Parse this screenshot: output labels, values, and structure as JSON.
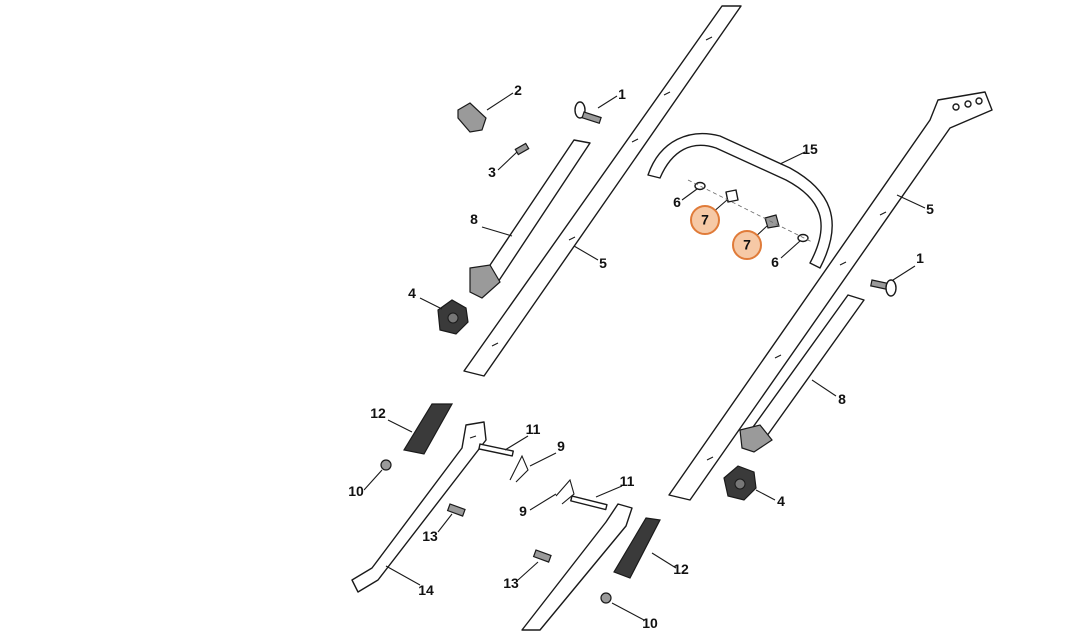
{
  "diagram": {
    "callouts": [
      {
        "id": "c1a",
        "label": "1"
      },
      {
        "id": "c2",
        "label": "2"
      },
      {
        "id": "c3",
        "label": "3"
      },
      {
        "id": "c8a",
        "label": "8"
      },
      {
        "id": "c5a",
        "label": "5"
      },
      {
        "id": "c4a",
        "label": "4"
      },
      {
        "id": "c15",
        "label": "15"
      },
      {
        "id": "c6a",
        "label": "6"
      },
      {
        "id": "c7a",
        "label": "7",
        "highlighted": true
      },
      {
        "id": "c7b",
        "label": "7",
        "highlighted": true
      },
      {
        "id": "c6b",
        "label": "6"
      },
      {
        "id": "c5b",
        "label": "5"
      },
      {
        "id": "c1b",
        "label": "1"
      },
      {
        "id": "c8b",
        "label": "8"
      },
      {
        "id": "c4b",
        "label": "4"
      },
      {
        "id": "c12a",
        "label": "12"
      },
      {
        "id": "c11a",
        "label": "11"
      },
      {
        "id": "c9a",
        "label": "9"
      },
      {
        "id": "c10a",
        "label": "10"
      },
      {
        "id": "c13a",
        "label": "13"
      },
      {
        "id": "c14",
        "label": "14"
      },
      {
        "id": "c11b",
        "label": "11"
      },
      {
        "id": "c9b",
        "label": "9"
      },
      {
        "id": "c12b",
        "label": "12"
      },
      {
        "id": "c13b",
        "label": "13"
      },
      {
        "id": "c10b",
        "label": "10"
      }
    ],
    "highlight_color": "#f6c9a6",
    "highlight_stroke": "#e07b39"
  }
}
